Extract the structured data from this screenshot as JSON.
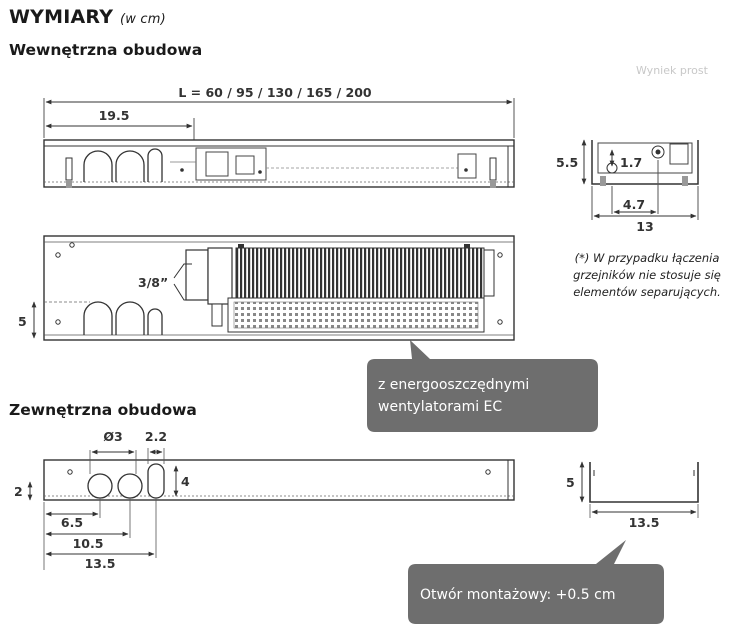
{
  "header": {
    "title": "WYMIARY",
    "unit": "(w cm)"
  },
  "sections": {
    "inner": "Wewnętrzna obudowa",
    "outer": "Zewnętrzna obudowa"
  },
  "faint_text": "Wyniek prost",
  "dims": {
    "length": "L = 60 / 95 / 130 / 165 / 200",
    "d19_5": "19.5",
    "d5_5": "5.5",
    "d1_7": "1.7",
    "d4_7": "4.7",
    "d13": "13",
    "d3_8": "3/8”",
    "d5_left": "5",
    "phi3": "Ø3",
    "d2_2": "2.2",
    "d2": "2",
    "d4": "4",
    "d6_5": "6.5",
    "d10_5": "10.5",
    "d13_5_left": "13.5",
    "d5_right": "5",
    "d13_5_right": "13.5"
  },
  "note_lines": [
    "(*) W przypadku łączenia",
    "grzejników nie stosuje się",
    "elementów separujących."
  ],
  "callouts": {
    "ec_line1": "z energooszczędnymi",
    "ec_line2": "wentylatorami EC",
    "mount": "Otwór montażowy: +0.5 cm"
  }
}
